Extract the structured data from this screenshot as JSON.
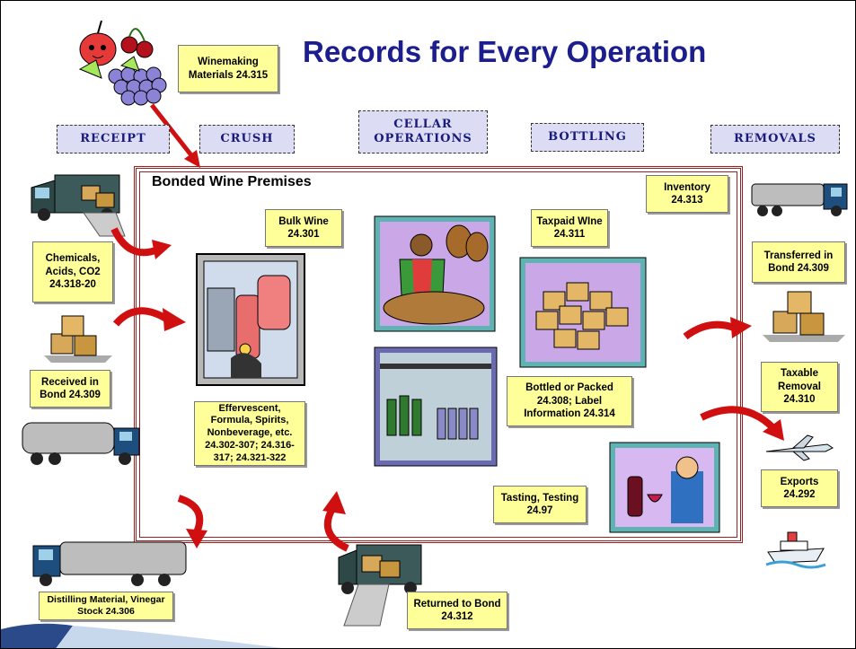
{
  "title": "Records for Every Operation",
  "stages": [
    "RECEIPT",
    "CRUSH",
    "CELLAR OPERATIONS",
    "BOTTLING",
    "REMOVALS"
  ],
  "premises_title": "Bonded Wine Premises",
  "boxes": {
    "winemaking_materials": "Winemaking Materials 24.315",
    "chemicals": "Chemicals, Acids, CO2 24.318-20",
    "received_in_bond": "Received in Bond 24.309",
    "distilling_material": "Distilling Material, Vinegar Stock 24.306",
    "bulk_wine": "Bulk Wine 24.301",
    "effervescent": "Effervescent, Formula, Spirits, Nonbeverage, etc. 24.302-307; 24.316-317; 24.321-322",
    "taxpaid_wine": "Taxpaid WIne 24.311",
    "bottled_or_packed": "Bottled or Packed 24.308; Label Information 24.314",
    "inventory": "Inventory 24.313",
    "tasting": "Tasting, Testing 24.97",
    "returned_to_bond": "Returned to Bond 24.312",
    "transferred_in_bond": "Transferred in Bond 24.309",
    "taxable_removal": "Taxable Removal 24.310",
    "exports": "Exports 24.292"
  },
  "colors": {
    "title": "#1b1e8c",
    "box": "#ffff99",
    "stage_fill": "#dcdcf5",
    "border": "#9a1f1f",
    "arrow": "#d01010"
  },
  "icons": [
    "fruit-clipart-icon",
    "delivery-truck-icon",
    "tanker-truck-icon",
    "boxes-icon",
    "wine-tank-icon",
    "barrel-worker-icon",
    "bottling-line-icon",
    "cases-icon",
    "wine-tasting-icon",
    "airplane-icon",
    "ship-icon",
    "curved-arrow-icon"
  ]
}
